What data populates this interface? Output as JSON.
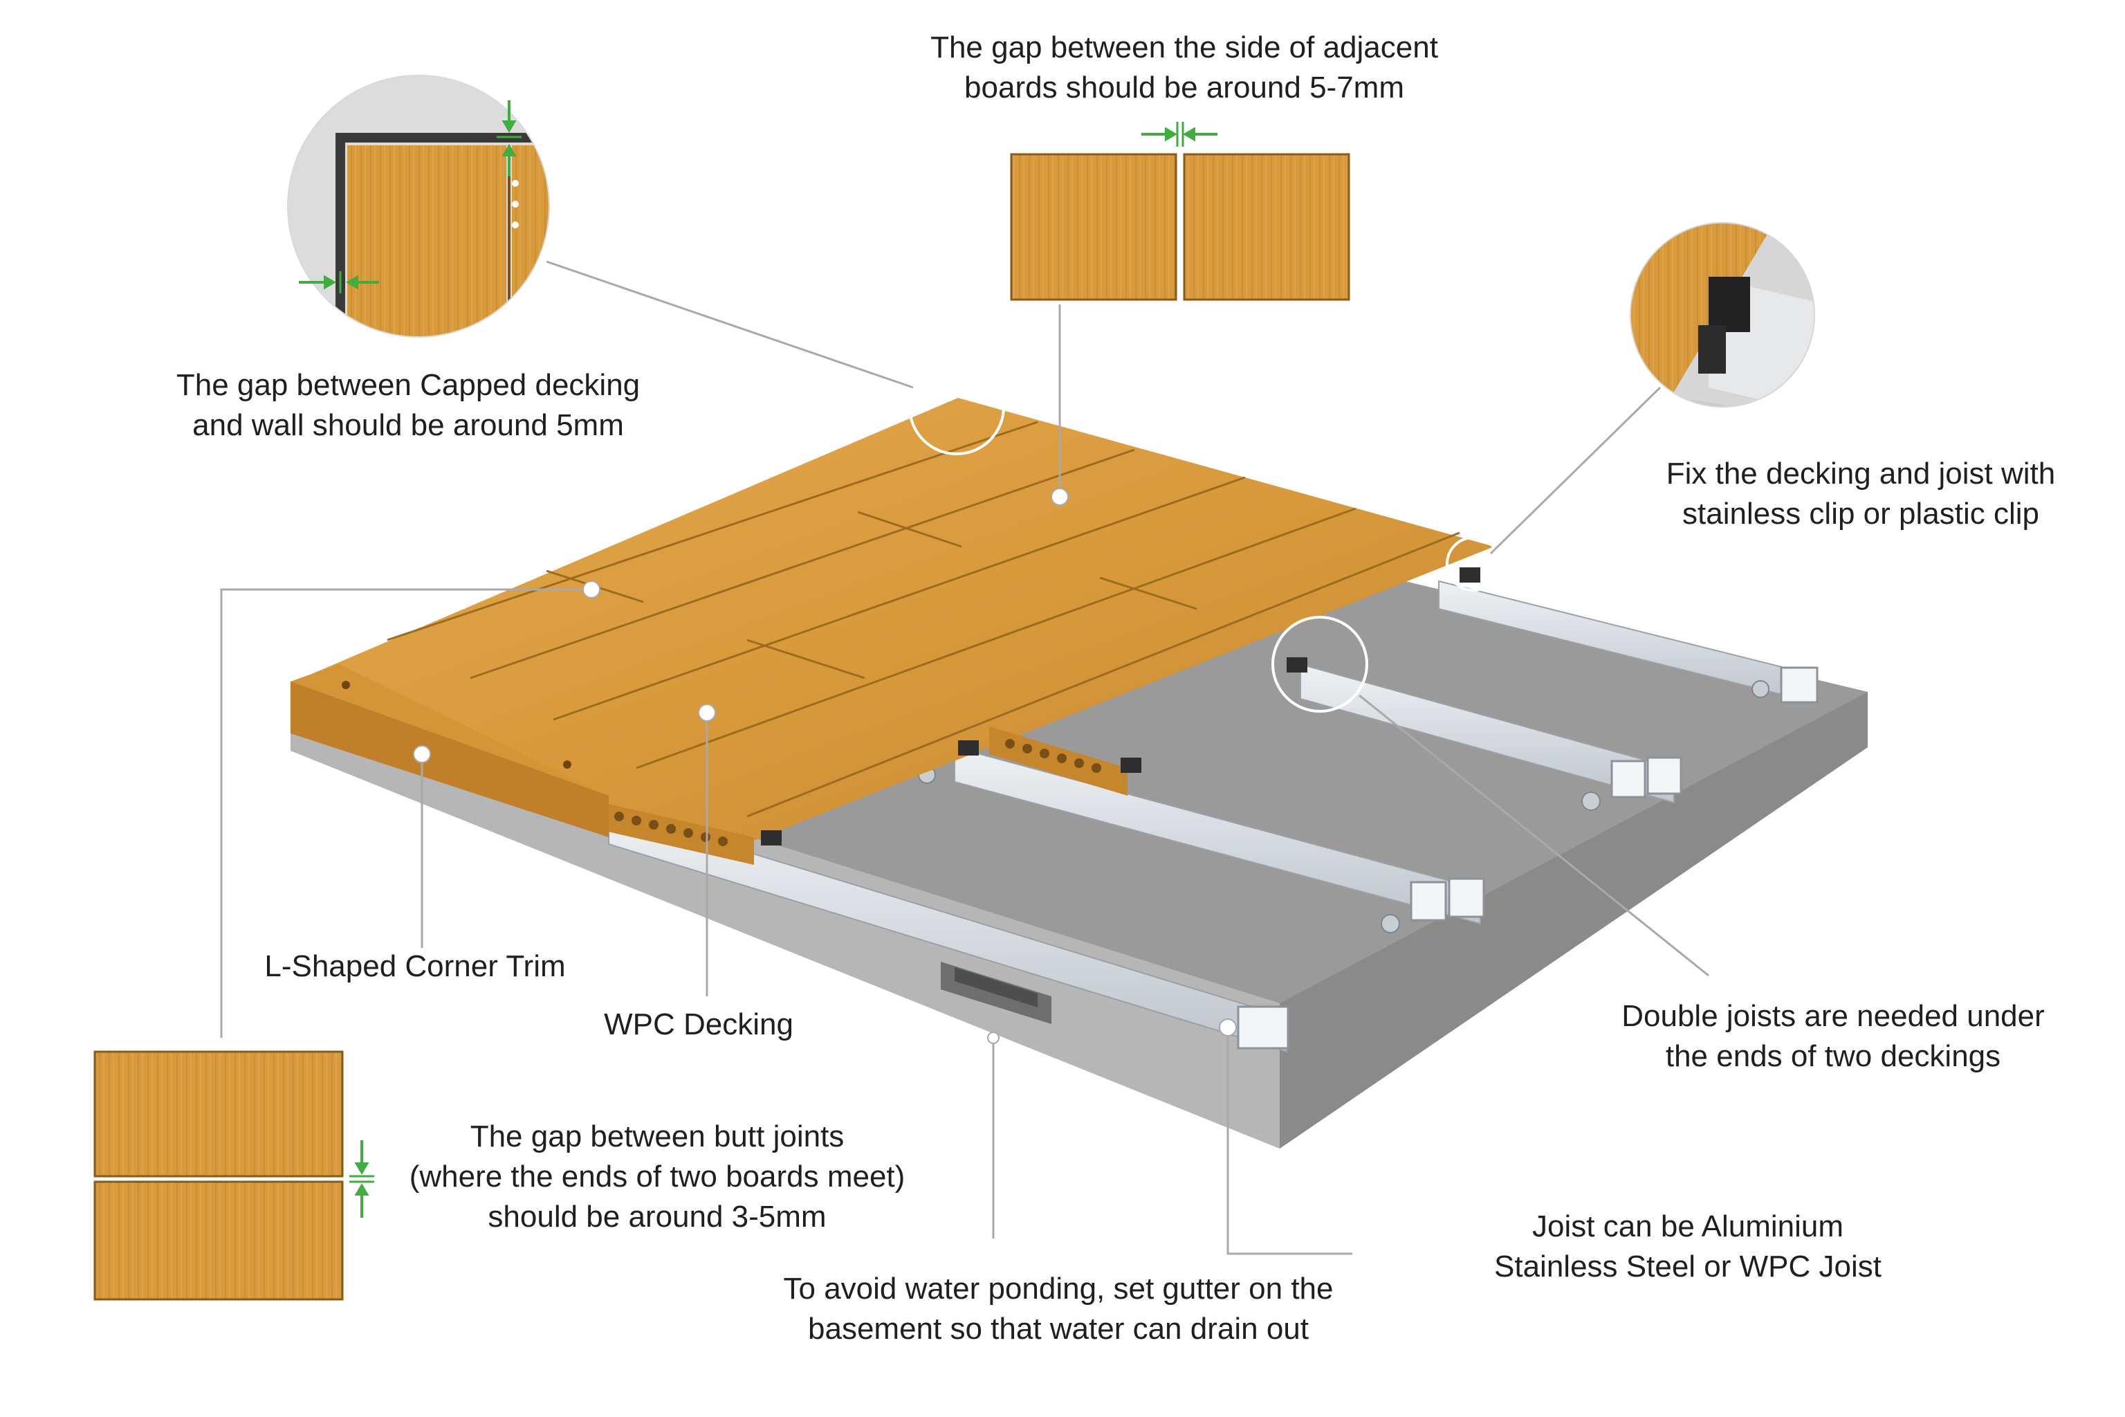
{
  "callouts": {
    "wall_gap": [
      "The gap between Capped decking",
      "and wall should be around 5mm"
    ],
    "side_gap": [
      "The gap between the side of adjacent",
      "boards should be around 5-7mm"
    ],
    "clip": [
      "Fix the decking and joist with",
      "stainless clip or plastic clip"
    ],
    "trim": [
      "L-Shaped Corner Trim"
    ],
    "wpc": [
      "WPC Decking"
    ],
    "double_joist": [
      "Double joists are needed under",
      "the ends of two deckings"
    ],
    "butt_gap": [
      "The gap between butt joints",
      "(where the ends of two boards meet)",
      "should be around 3-5mm"
    ],
    "gutter": [
      "To avoid water ponding, set gutter on the",
      "basement so that water can drain out"
    ],
    "joist_type": [
      "Joist can be Aluminium",
      "Stainless Steel or WPC Joist"
    ]
  },
  "colors": {
    "wood": "#d99a3c",
    "wood_dark": "#b97a26",
    "concrete": "#9c9c9c",
    "concrete_top": "#8f8f8f",
    "aluminium": "#d4d9de",
    "arrow": "#3fae3f",
    "leader": "#a9a9a9"
  }
}
